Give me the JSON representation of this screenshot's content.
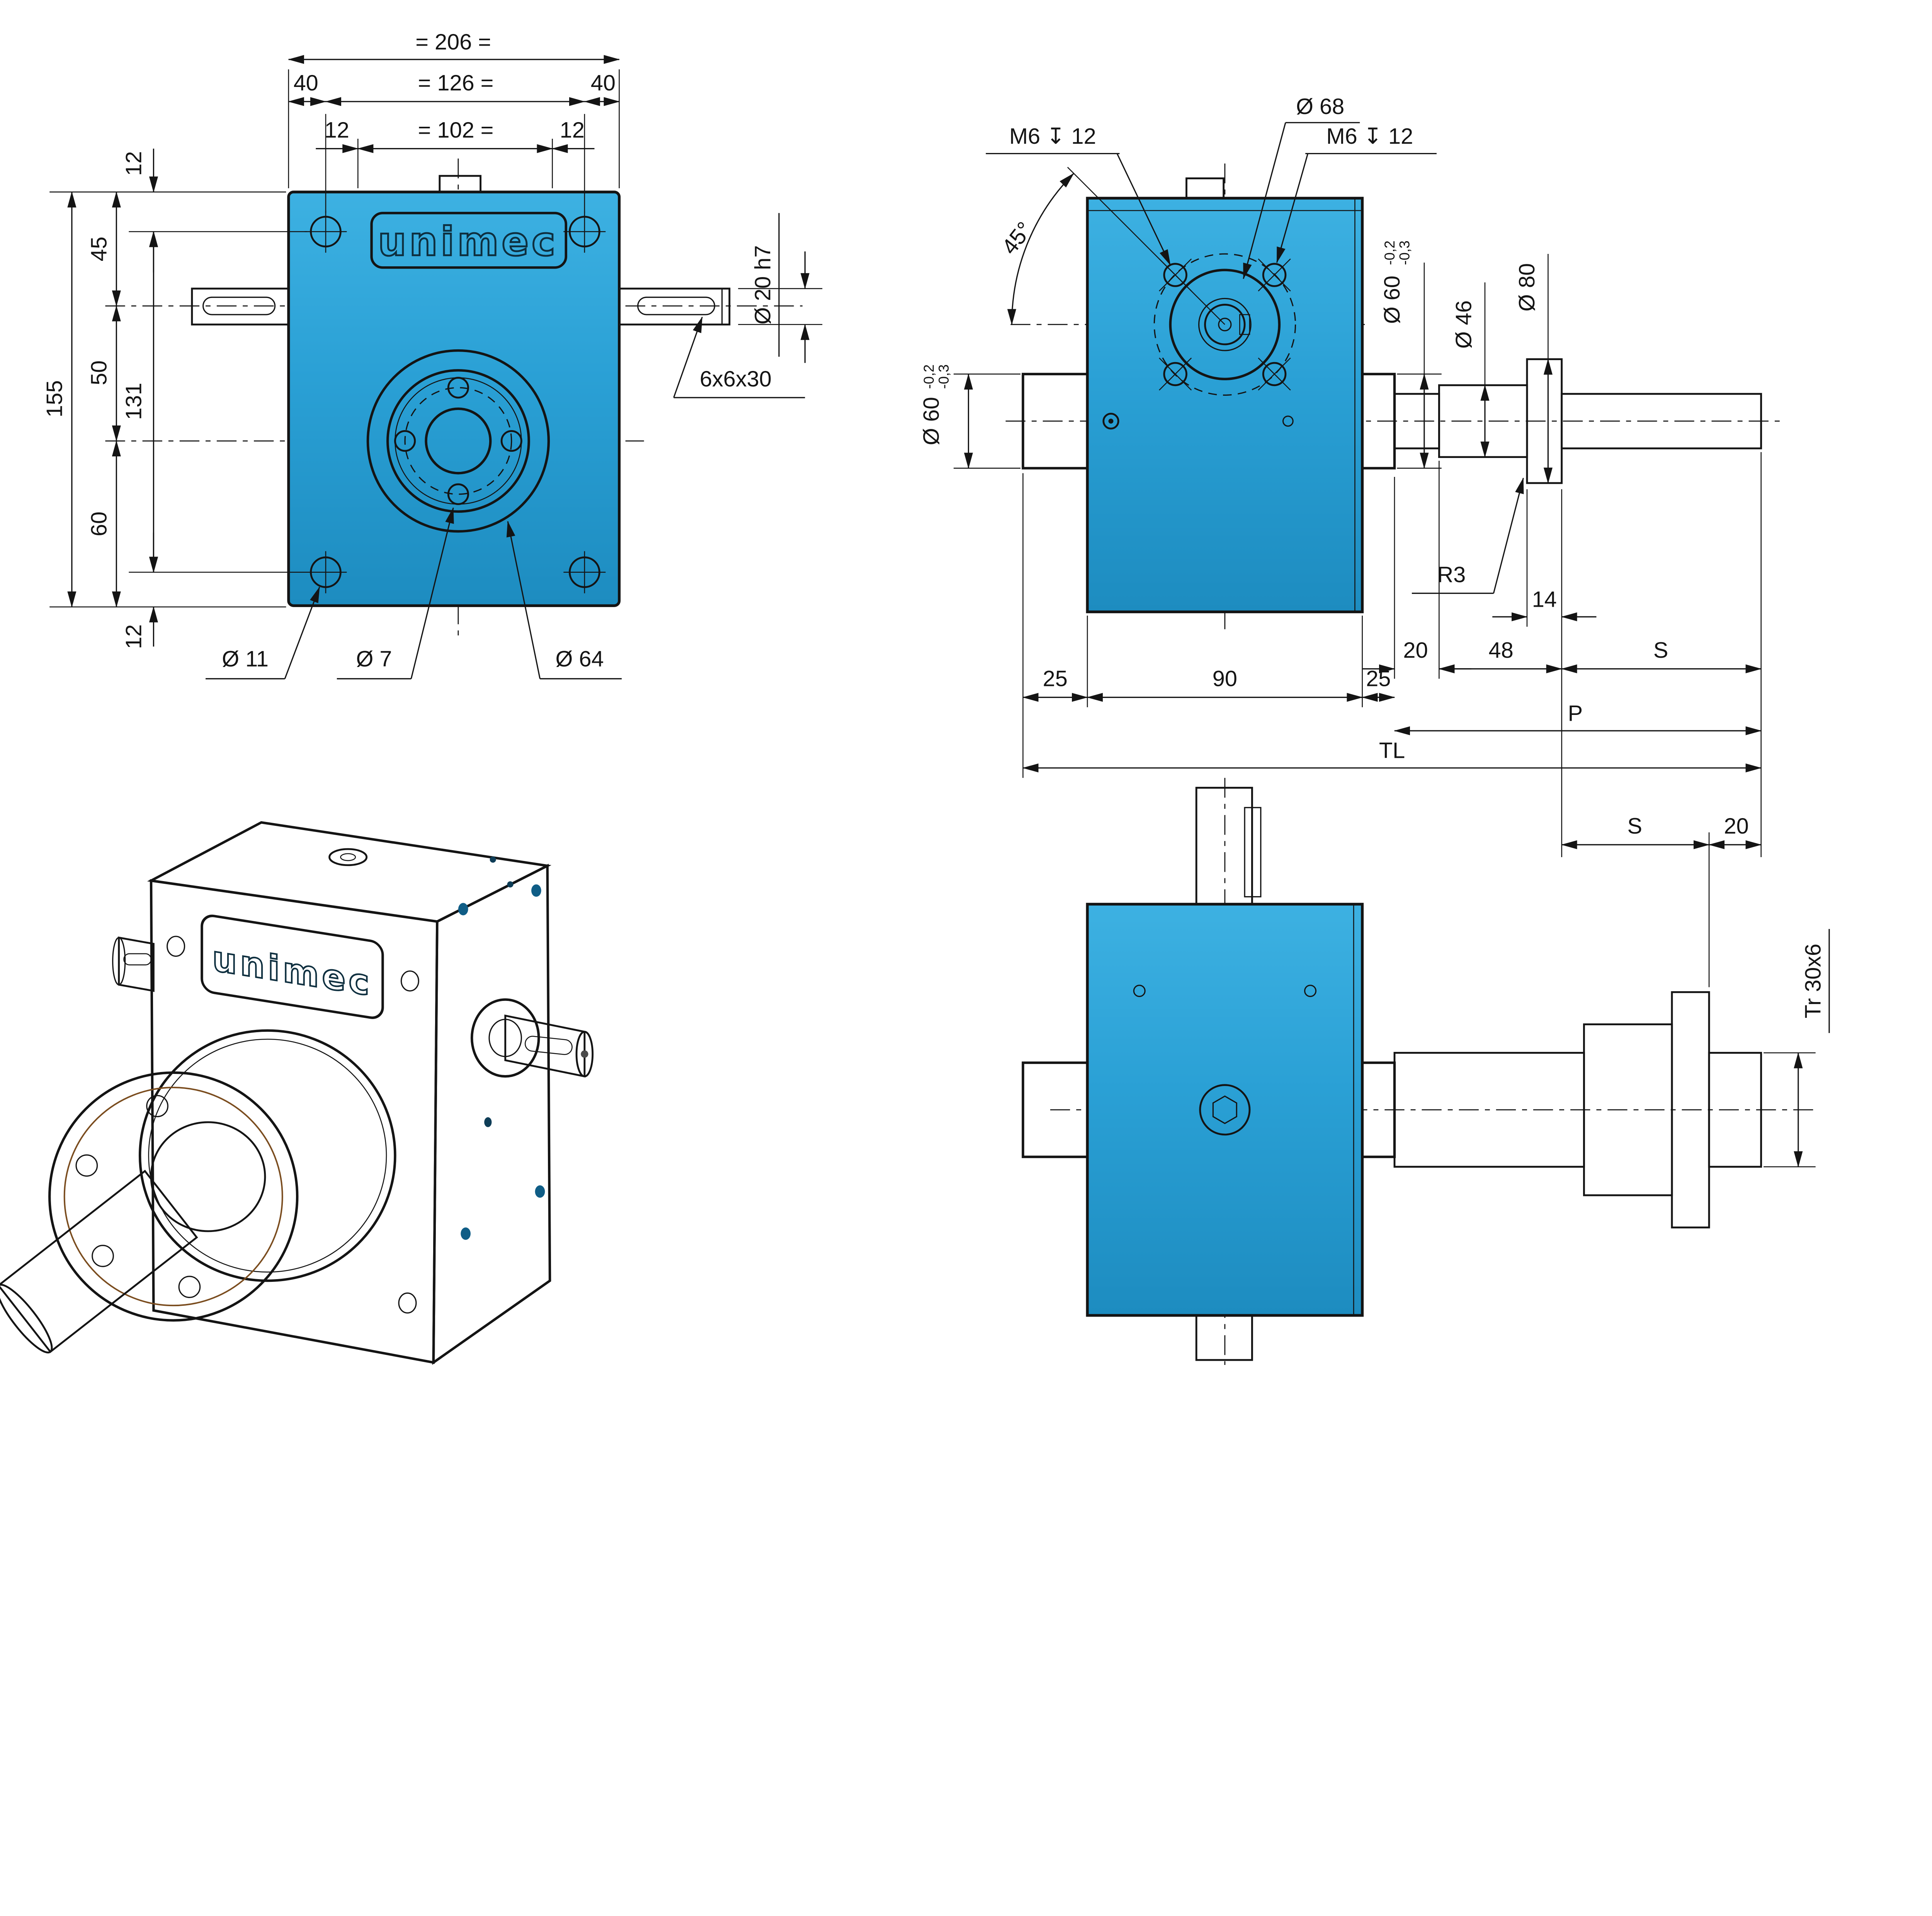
{
  "page": {
    "background": "#ffffff"
  },
  "brand": {
    "logo_text": "unimec"
  },
  "colors": {
    "body_blue": "#2aa3d8",
    "flange_orange": "#d98f3c",
    "nut_bronze": "#d89a42",
    "steel": "#c8d0de",
    "line": "#141414"
  },
  "views": {
    "front": {
      "name": "front view",
      "dims": {
        "total_width": "= 206 =",
        "edge_to_hole_left": "40",
        "hole_spacing_h": "= 126 =",
        "edge_to_hole_right": "40",
        "hole_inset_left": "12",
        "inner_spacing": "= 102 =",
        "hole_inset_right": "12",
        "top_edge_to_hole": "12",
        "top_to_input_axis": "45",
        "axis_spacing": "50",
        "total_height": "155",
        "hole_spacing_v": "131",
        "wheel_axis_to_bottom": "60",
        "bottom_edge_to_hole": "12",
        "input_shaft_dia": "Ø 20 h7",
        "key_size": "6x6x30",
        "mount_hole_dia": "Ø 11",
        "flange_hole_dia": "Ø 7",
        "spigot_dia": "Ø 64"
      }
    },
    "side": {
      "name": "side view",
      "dims": {
        "tap_left": "M6 ↧ 12",
        "bearing_ring_dia": "Ø 68",
        "tap_right": "M6 ↧ 12",
        "hole_angle": "45°",
        "boss_dia_left": "Ø 60",
        "boss_tol_upper": "-0,2",
        "boss_tol_lower": "-0,3",
        "boss_dia_right": "Ø 60",
        "nut_body_dia": "Ø 46",
        "nut_flange_dia": "Ø 80",
        "fillet_radius": "R3",
        "flange_thickness": "14",
        "boss_to_nut": "20",
        "nut_length": "48",
        "stroke": "S",
        "boss_length_left": "25",
        "body_width": "90",
        "boss_length_right": "25",
        "protrusion": "P",
        "total_length": "TL"
      }
    },
    "top": {
      "name": "top view",
      "dims": {
        "stroke": "S",
        "screw_end": "20",
        "thread": "Tr 30x6"
      }
    },
    "iso": {
      "name": "isometric view"
    }
  }
}
